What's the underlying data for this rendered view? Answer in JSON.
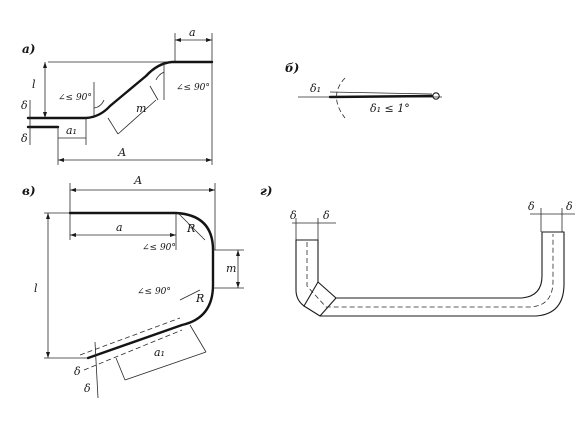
{
  "panels": [
    {
      "id": "a",
      "caption": "а)",
      "labels": {
        "alpha1": "∠≤ 90°",
        "alpha2": "∠≤ 90°",
        "dim_top": "а",
        "dim_length": "А",
        "dim_l": "l",
        "dim_delta": "δ",
        "dim_m": "т",
        "dim_a1": "а₁"
      }
    },
    {
      "id": "b",
      "caption": "б)",
      "labels": {
        "delta1": "δ₁",
        "delta1_limit": "δ₁ ≤ 1°"
      }
    },
    {
      "id": "v",
      "caption": "в)",
      "labels": {
        "dim_length": "А",
        "dim_a": "а",
        "alpha1": "∠≤ 90°",
        "alpha2": "∠≤ 90°",
        "radius1": "R",
        "radius2": "R",
        "dim_m": "т",
        "dim_l": "l",
        "dim_a1": "а₁",
        "delta1": "δ",
        "delta2": "δ"
      }
    },
    {
      "id": "g",
      "caption": "г)",
      "labels": {
        "delta_left1": "δ",
        "delta_left2": "δ",
        "delta_right1": "δ",
        "delta_right2": "δ"
      }
    }
  ]
}
